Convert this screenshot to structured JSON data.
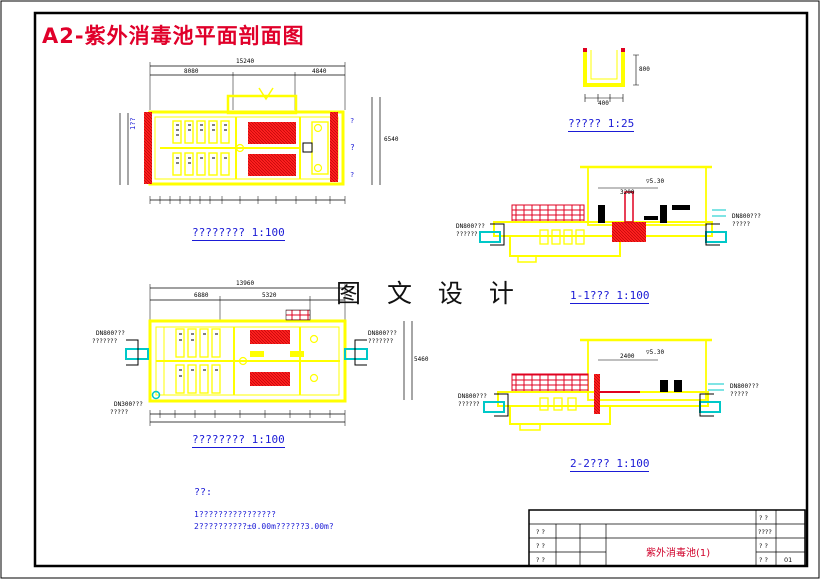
{
  "sheet": {
    "title": "A2-紫外消毒池平面剖面图",
    "watermark": "图 文 设 计"
  },
  "captions": {
    "plan_top": "???????? 1:100",
    "plan_bottom": "???????? 1:100",
    "detail": "????? 1:25",
    "section_1": "1-1??? 1:100",
    "section_2": "2-2??? 1:100"
  },
  "notes": {
    "heading": "??:",
    "line1": "1????????????????",
    "line2": "2??????????±0.00m??????3.00m?"
  },
  "pipe_labels": {
    "dn_left_a": "DN800???",
    "sub_left_a": "???????",
    "dn_right_a": "DN800???",
    "sub_right_a": "???????",
    "dn_left_b": "DN300???",
    "sub_left_b": "?????",
    "dn_sec1_left": "DN800???",
    "sub_sec1_left": "??????",
    "dn_sec1_right": "DN800???",
    "sub_sec1_right": "?????",
    "dn_sec2_left": "DN800???",
    "sub_sec2_left": "??????",
    "dn_sec2_right": "DN800???",
    "sub_sec2_right": "?????"
  },
  "dimensions": {
    "top_overall": "15240",
    "top_left": "8080",
    "top_right": "4840",
    "bot_overall": "13960",
    "bot_left": "6880",
    "bot_right": "5320",
    "height_top": "6540",
    "height_bot": "5460",
    "detail_h": "800",
    "detail_w": "400",
    "elev_1": "▽5.30",
    "elev_2": "▽5.30",
    "span_1": "3200",
    "span_2": "2400"
  },
  "title_block": {
    "drawing_name": "紫外消毒池(1)",
    "row_labels": [
      "? ?",
      "? ?",
      "? ?"
    ],
    "right_labels": [
      "? ?",
      "????",
      "? ?",
      "? ?"
    ],
    "right_values": [
      "",
      "",
      "",
      "01"
    ]
  },
  "colors": {
    "border": "#000000",
    "wall": "#ffff00",
    "hatch": "#ff0000",
    "dim": "#000000",
    "text_blue": "#1b1bd6",
    "title_red": "#e0002a",
    "pipe_cyan": "#00c8c8"
  }
}
